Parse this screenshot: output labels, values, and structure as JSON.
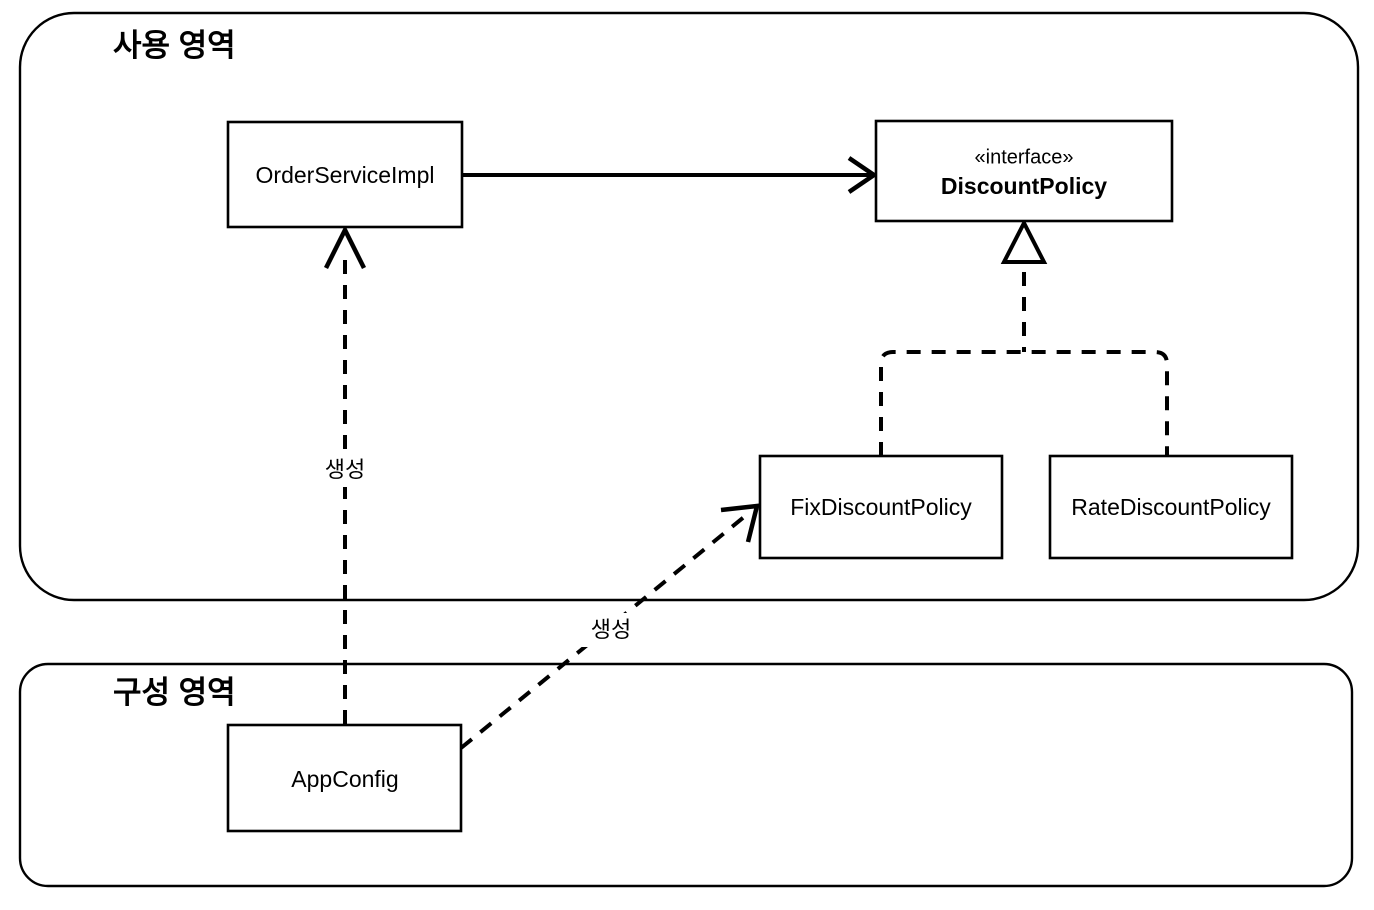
{
  "diagram": {
    "title": "UML class diagram - DiscountPolicy",
    "background_color": "#ffffff",
    "line_color": "#000000",
    "regions": [
      {
        "id": "usage",
        "label": "사용 영역"
      },
      {
        "id": "config",
        "label": "구성 영역"
      }
    ],
    "nodes": [
      {
        "id": "order-service-impl",
        "label": "OrderServiceImpl",
        "kind": "class"
      },
      {
        "id": "discount-policy",
        "stereotype": "«interface»",
        "label": "DiscountPolicy",
        "kind": "interface"
      },
      {
        "id": "fix-discount-policy",
        "label": "FixDiscountPolicy",
        "kind": "class"
      },
      {
        "id": "rate-discount-policy",
        "label": "RateDiscountPolicy",
        "kind": "class"
      },
      {
        "id": "app-config",
        "label": "AppConfig",
        "kind": "class"
      }
    ],
    "edges": [
      {
        "id": "uses",
        "from": "order-service-impl",
        "to": "discount-policy",
        "style": "solid",
        "arrow": "open",
        "label": ""
      },
      {
        "id": "realize-fix",
        "from": "fix-discount-policy",
        "to": "discount-policy",
        "style": "dashed",
        "arrow": "hollow-triangle",
        "label": ""
      },
      {
        "id": "realize-rate",
        "from": "rate-discount-policy",
        "to": "discount-policy",
        "style": "dashed",
        "arrow": "hollow-triangle",
        "label": ""
      },
      {
        "id": "creates-order-service",
        "from": "app-config",
        "to": "order-service-impl",
        "style": "dashed",
        "arrow": "open",
        "label": "생성"
      },
      {
        "id": "creates-fix-policy",
        "from": "app-config",
        "to": "fix-discount-policy",
        "style": "dashed",
        "arrow": "open",
        "label": "생성"
      }
    ]
  }
}
